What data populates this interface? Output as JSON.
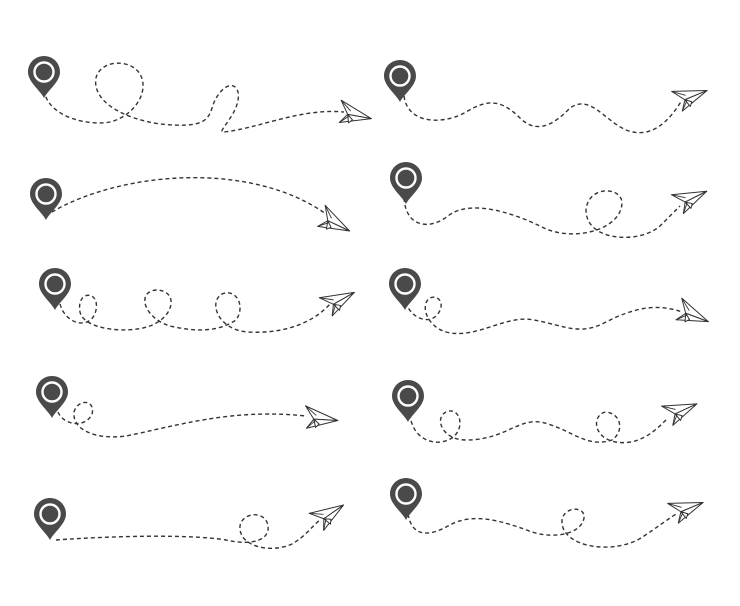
{
  "colors": {
    "background": "#ffffff",
    "pin": "#4a4a4a",
    "pin_ring": "#ffffff",
    "route": "#333333",
    "plane_stroke": "#333333",
    "plane_fill": "#ffffff"
  },
  "icons": {
    "start_marker": "map-pin-icon",
    "end_marker": "paper-plane-icon"
  },
  "routes": [
    {
      "name": "route-loop-twice",
      "loops": 2
    },
    {
      "name": "route-wide-arc",
      "loops": 0
    },
    {
      "name": "route-three-loops",
      "loops": 3
    },
    {
      "name": "route-small-loop-curve",
      "loops": 1
    },
    {
      "name": "route-flat-end-loop",
      "loops": 1
    },
    {
      "name": "route-wave",
      "loops": 0
    },
    {
      "name": "route-late-loop",
      "loops": 1
    },
    {
      "name": "route-early-loop-wave",
      "loops": 1
    },
    {
      "name": "route-two-loops-wave",
      "loops": 2
    },
    {
      "name": "route-mid-loop-rise",
      "loops": 1
    }
  ]
}
